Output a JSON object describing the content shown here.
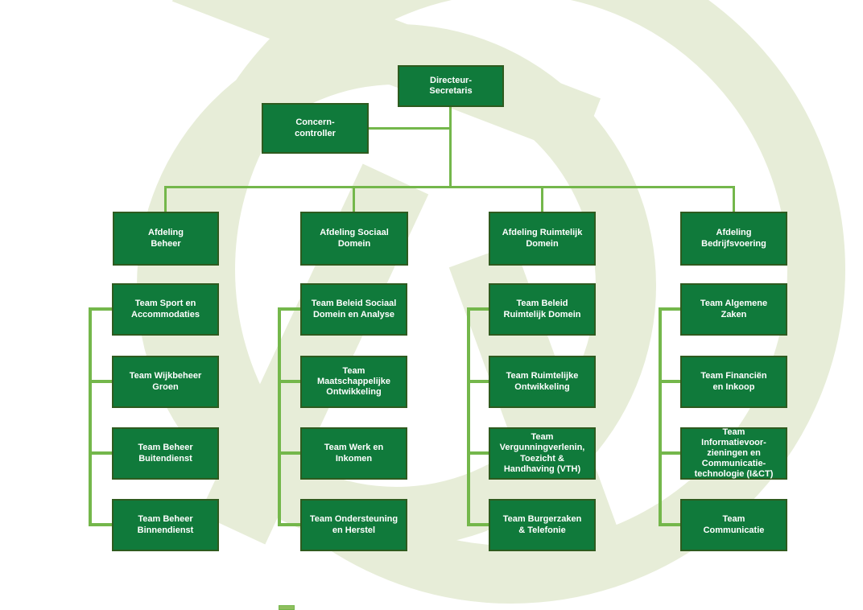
{
  "colors": {
    "box_fill": "#107a3b",
    "box_border": "#2e5b1f",
    "connector": "#74b74b",
    "sliver": "#8fbf5e",
    "watermark": "#e7edd8",
    "text": "#ffffff"
  },
  "org": {
    "director": {
      "label": "Directeur-\nSecretaris"
    },
    "controller": {
      "label": "Concern-\ncontroller"
    },
    "columns": [
      {
        "department": {
          "label": "Afdeling\nBeheer"
        },
        "teams": [
          {
            "label": "Team Sport en\nAccommodaties"
          },
          {
            "label": "Team Wijkbeheer\nGroen"
          },
          {
            "label": "Team Beheer\nBuitendienst"
          },
          {
            "label": "Team Beheer\nBinnendienst"
          }
        ]
      },
      {
        "department": {
          "label": "Afdeling Sociaal\nDomein"
        },
        "teams": [
          {
            "label": "Team Beleid Sociaal\nDomein en Analyse"
          },
          {
            "label": "Team\nMaatschappelijke\nOntwikkeling"
          },
          {
            "label": "Team Werk en\nInkomen"
          },
          {
            "label": "Team Ondersteuning\nen Herstel"
          }
        ]
      },
      {
        "department": {
          "label": "Afdeling Ruimtelijk\nDomein"
        },
        "teams": [
          {
            "label": "Team Beleid\nRuimtelijk Domein"
          },
          {
            "label": "Team Ruimtelijke\nOntwikkeling"
          },
          {
            "label": "Team\nVergunningverlenin,\nToezicht &\nHandhaving (VTH)"
          },
          {
            "label": "Team Burgerzaken\n& Telefonie"
          }
        ]
      },
      {
        "department": {
          "label": "Afdeling\nBedrijfsvoering"
        },
        "teams": [
          {
            "label": "Team Algemene\nZaken"
          },
          {
            "label": "Team Financiën\nen Inkoop"
          },
          {
            "label": "Team\nInformatievoor-\nzieningen en\nCommunicatie-\ntechnologie (I&CT)"
          },
          {
            "label": "Team\nCommunicatie"
          }
        ]
      }
    ]
  }
}
